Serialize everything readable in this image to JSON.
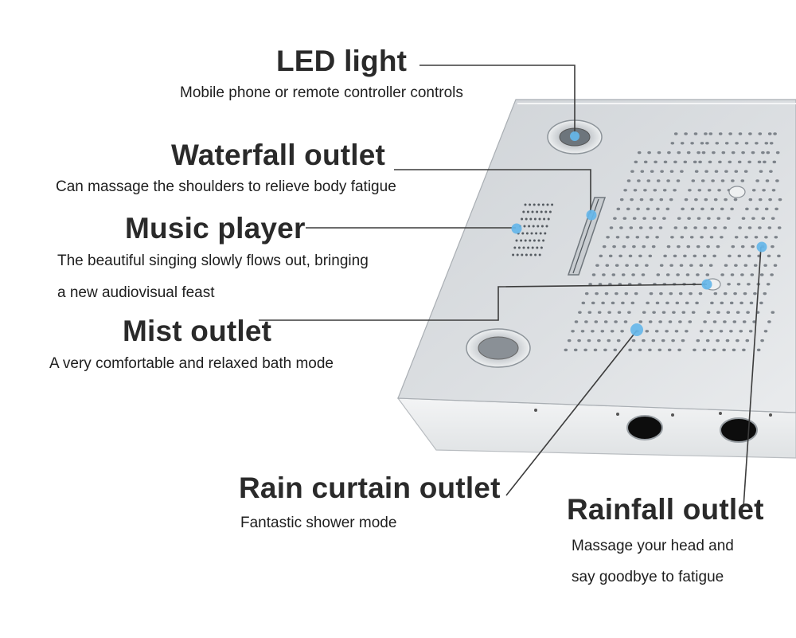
{
  "colors": {
    "leader": "#3c3c3c",
    "marker": "#66b7ea",
    "panel_top": "#d6d9dc",
    "panel_side": "#e8eaec",
    "nozzle": "#7d838a"
  },
  "callouts": [
    {
      "id": "led-light",
      "title": "LED light",
      "lines": [
        "Mobile phone or remote controller controls"
      ]
    },
    {
      "id": "waterfall-outlet",
      "title": "Waterfall outlet",
      "lines": [
        "Can massage the shoulders to relieve body fatigue"
      ]
    },
    {
      "id": "music-player",
      "title": "Music player",
      "lines": [
        "The beautiful singing slowly flows out, bringing",
        "a new audiovisual feast"
      ]
    },
    {
      "id": "mist-outlet",
      "title": "Mist outlet",
      "lines": [
        "A very comfortable and relaxed bath mode"
      ]
    },
    {
      "id": "rain-curtain-outlet",
      "title": "Rain curtain outlet",
      "lines": [
        "Fantastic shower mode"
      ]
    },
    {
      "id": "rainfall-outlet",
      "title": "Rainfall outlet",
      "lines": [
        "Massage your head and",
        "say goodbye to fatigue"
      ]
    }
  ]
}
